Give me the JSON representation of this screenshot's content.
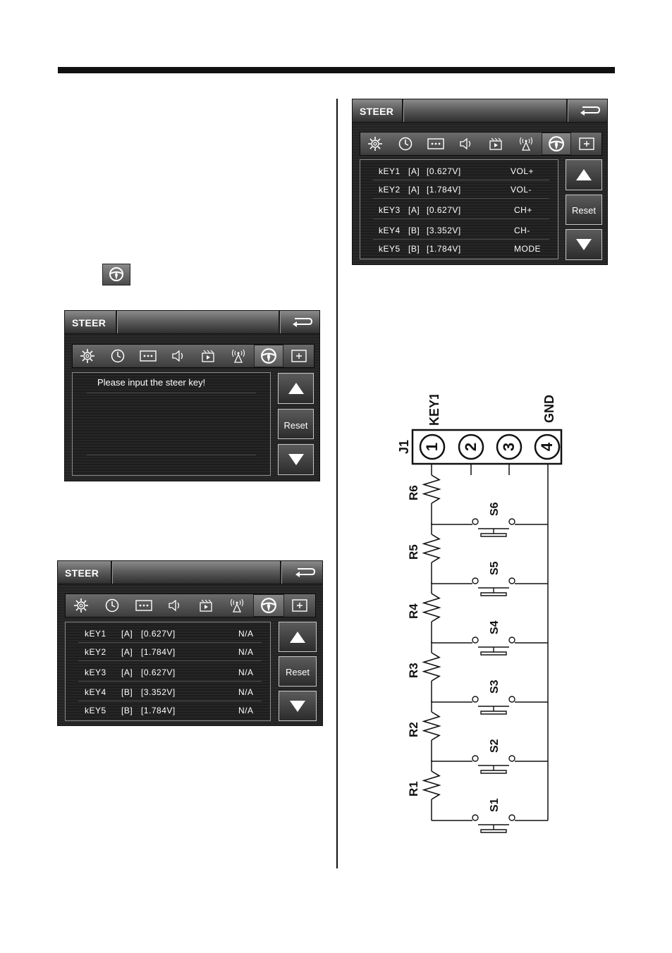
{
  "steer_icon_name": "steering-wheel-icon",
  "screen_title": "STEER",
  "tabs": [
    {
      "icon": "gear-icon",
      "active": false
    },
    {
      "icon": "clock-icon",
      "active": false
    },
    {
      "icon": "dots-icon",
      "active": false
    },
    {
      "icon": "speaker-icon",
      "active": false
    },
    {
      "icon": "media-icon",
      "active": false
    },
    {
      "icon": "antenna-icon",
      "active": false
    },
    {
      "icon": "steering-wheel-icon",
      "active": true
    },
    {
      "icon": "plus-icon",
      "active": false
    }
  ],
  "reset_label": "Reset",
  "screen1": {
    "message": "Please input the steer key!"
  },
  "screen2": {
    "rows": [
      {
        "key": "kEY1",
        "group": "[A]",
        "voltage": "[0.627V]",
        "function": "N/A"
      },
      {
        "key": "kEY2",
        "group": "[A]",
        "voltage": "[1.784V]",
        "function": "N/A"
      },
      {
        "key": "kEY3",
        "group": "[A]",
        "voltage": "[0.627V]",
        "function": "N/A"
      },
      {
        "key": "kEY4",
        "group": "[B]",
        "voltage": "[3.352V]",
        "function": "N/A"
      },
      {
        "key": "kEY5",
        "group": "[B]",
        "voltage": "[1.784V]",
        "function": "N/A"
      }
    ]
  },
  "screen3": {
    "rows": [
      {
        "key": "kEY1",
        "group": "[A]",
        "voltage": "[0.627V]",
        "function": "VOL+"
      },
      {
        "key": "kEY2",
        "group": "[A]",
        "voltage": "[1.784V]",
        "function": "VOL-"
      },
      {
        "key": "kEY3",
        "group": "[A]",
        "voltage": "[0.627V]",
        "function": "CH+"
      },
      {
        "key": "kEY4",
        "group": "[B]",
        "voltage": "[3.352V]",
        "function": "CH-"
      },
      {
        "key": "kEY5",
        "group": "[B]",
        "voltage": "[1.784V]",
        "function": "MODE"
      }
    ]
  },
  "schematic": {
    "connector_label": "J1",
    "pin_top_labels": [
      "KEY1",
      "GND"
    ],
    "pins": [
      "1",
      "2",
      "3",
      "4"
    ],
    "resistors": [
      "R6",
      "R5",
      "R4",
      "R3",
      "R2",
      "R1"
    ],
    "switches": [
      "S6",
      "S5",
      "S4",
      "S3",
      "S2",
      "S1"
    ]
  }
}
